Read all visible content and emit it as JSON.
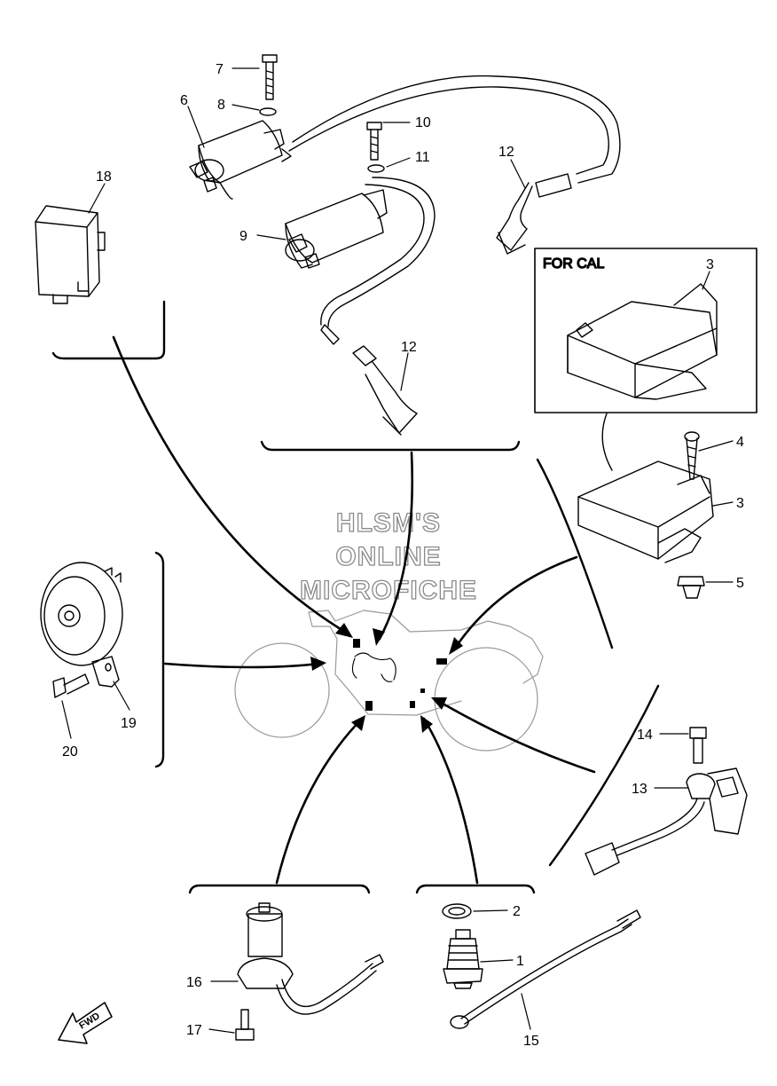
{
  "watermark": {
    "line1": "HLSM'S",
    "line2": "ONLINE",
    "line3": "MICROFICHE"
  },
  "inset": {
    "label": "FOR CAL"
  },
  "fwd_label": "FWD",
  "callouts": {
    "n1": "1",
    "n2": "2",
    "n3a": "3",
    "n3b": "3",
    "n4": "4",
    "n5": "5",
    "n6": "6",
    "n7": "7",
    "n8": "8",
    "n9": "9",
    "n10": "10",
    "n11": "11",
    "n12a": "12",
    "n12b": "12",
    "n13": "13",
    "n14": "14",
    "n15": "15",
    "n16": "16",
    "n17": "17",
    "n18": "18",
    "n19": "19",
    "n20": "20"
  },
  "colors": {
    "line": "#000000",
    "body_outline": "#9a9a9a",
    "watermark_stroke": "#8a8a8a"
  }
}
